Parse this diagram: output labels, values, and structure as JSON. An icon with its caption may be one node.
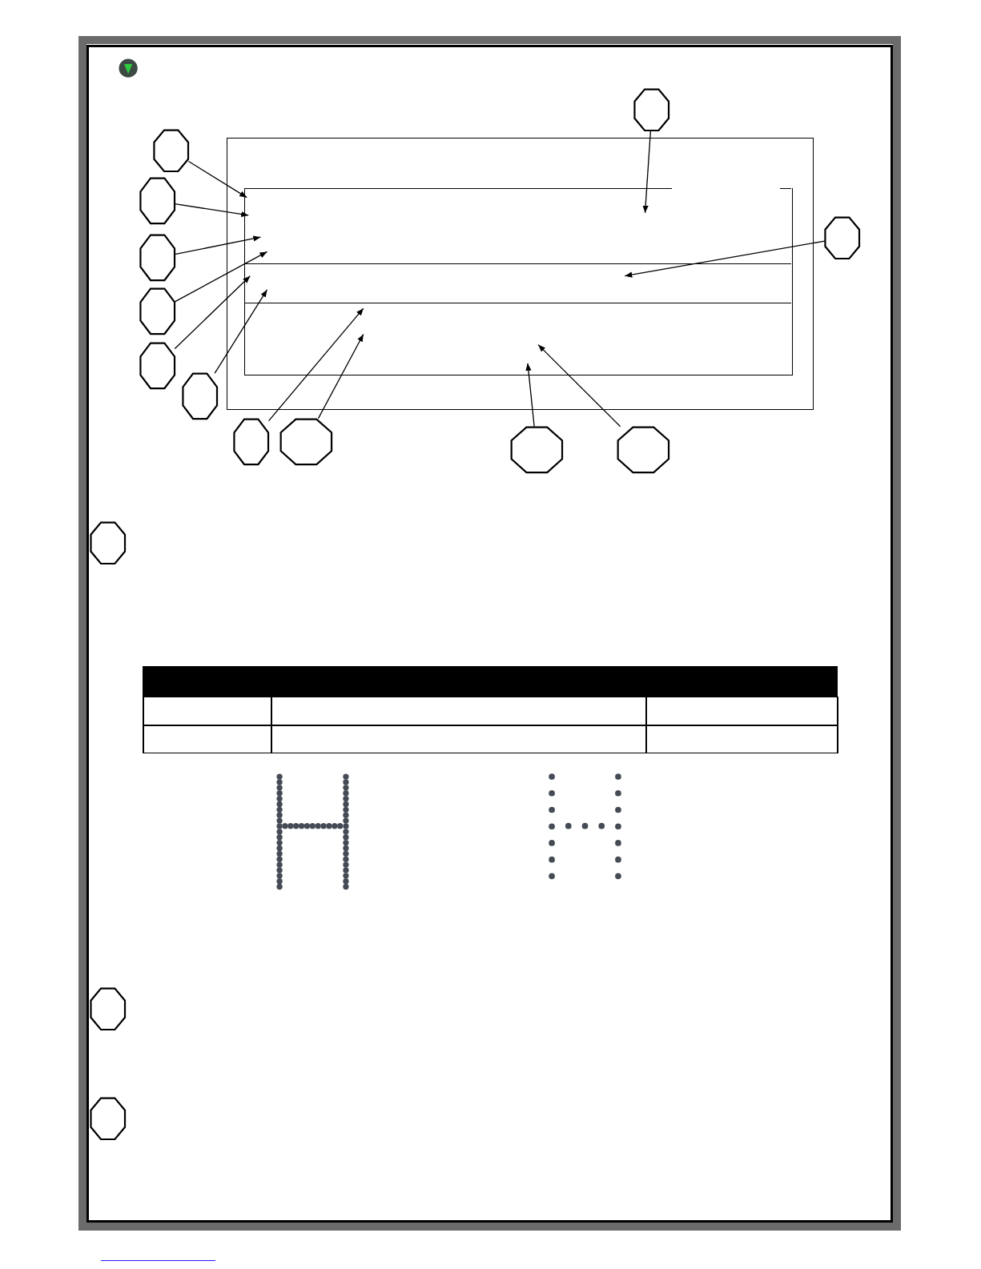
{
  "diagram": {
    "nodes": [
      {
        "text": [],
        "shape": "octagon"
      },
      {
        "text": [],
        "shape": "octagon"
      },
      {
        "text": [],
        "shape": "box"
      },
      {
        "text": [],
        "shape": "box",
        "in": 2
      },
      {
        "text": [],
        "shape": "band",
        "in": 3
      },
      {
        "text": [],
        "shape": "band",
        "in": 3
      },
      {
        "text": [],
        "shape": "band",
        "in": 3
      },
      {
        "text": [],
        "shape": "octagon"
      },
      {
        "text": [],
        "shape": "octagon"
      },
      {
        "text": [],
        "shape": "octagon"
      },
      {
        "text": [],
        "shape": "octagon"
      },
      {
        "text": [],
        "shape": "octagon"
      },
      {
        "text": [],
        "shape": "octagon"
      },
      {
        "text": [],
        "shape": "octagon"
      },
      {
        "text": [],
        "shape": "octagon"
      },
      {
        "text": [],
        "shape": "octagon"
      },
      {
        "text": [],
        "shape": "octagon"
      },
      {
        "text": [],
        "shape": "octagon"
      },
      {
        "text": [],
        "shape": "octagon"
      },
      {
        "text": [],
        "shape": "octagon"
      }
    ],
    "edges": [
      {
        "from": 0,
        "to": 4,
        "arrow": "to"
      },
      {
        "from": 1,
        "to": 4,
        "arrow": "to"
      },
      {
        "from": 7,
        "to": 4,
        "arrow": "to"
      },
      {
        "from": 8,
        "to": 5,
        "arrow": "to"
      },
      {
        "from": 9,
        "to": 4,
        "arrow": "to"
      },
      {
        "from": 10,
        "to": 4,
        "arrow": "to"
      },
      {
        "from": 11,
        "to": 5,
        "arrow": "to"
      },
      {
        "from": 12,
        "to": 5,
        "arrow": "to"
      },
      {
        "from": 13,
        "to": 6,
        "arrow": "to"
      },
      {
        "from": 14,
        "to": 6,
        "arrow": "to"
      },
      {
        "from": 15,
        "to": 6,
        "arrow": "to"
      },
      {
        "from": 16,
        "to": 6,
        "arrow": "to"
      }
    ]
  }
}
